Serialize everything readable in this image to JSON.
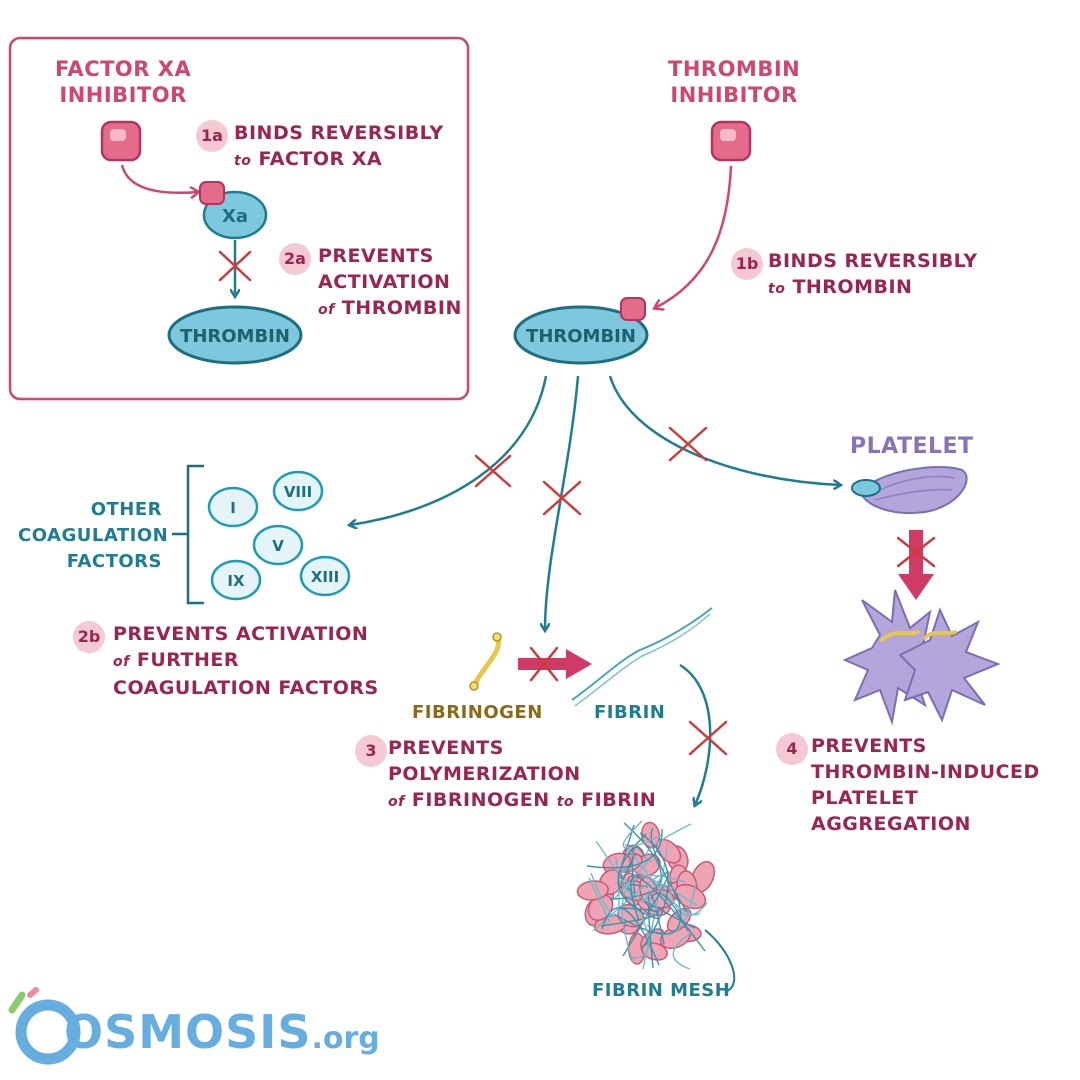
{
  "factor_xa_inhibitor": {
    "line1": "FACTOR Xa",
    "line2": "INHIBITOR"
  },
  "thrombin_inhibitor": {
    "line1": "THROMBIN",
    "line2": "INHIBITOR"
  },
  "step_1a": {
    "number": "1a",
    "line1": "BINDS REVERSIBLY",
    "line2_small": "to",
    "line2_rest": "FACTOR Xa"
  },
  "step_2a": {
    "number": "2a",
    "line1": "PREVENTS",
    "line2": "ACTIVATION",
    "line3_small": "of",
    "line3_rest": "THROMBIN"
  },
  "step_1b": {
    "number": "1b",
    "line1": "BINDS REVERSIBLY",
    "line2_small": "to",
    "line2_rest": "THROMBIN"
  },
  "step_2b": {
    "number": "2b",
    "line1": "PREVENTS ACTIVATION",
    "line2_small": "of",
    "line2_rest": "FURTHER",
    "line3": "COAGULATION FACTORS"
  },
  "step_3": {
    "number": "3",
    "line1": "PREVENTS",
    "line2": "POLYMERIZATION",
    "line3_small": "of",
    "line3_mid": "FIBRINOGEN",
    "line3_small2": "to",
    "line3_rest": "FIBRIN"
  },
  "step_4": {
    "number": "4",
    "line1": "PREVENTS",
    "line2": "THROMBIN-INDUCED",
    "line3": "PLATELET AGGREGATION"
  },
  "xa_label": "Xa",
  "thrombin_left": "THROMBIN",
  "thrombin_center": "THROMBIN",
  "other_factors": {
    "line1": "OTHER",
    "line2": "COAGULATION",
    "line3": "FACTORS"
  },
  "factors": [
    "I",
    "VIII",
    "V",
    "IX",
    "XIII"
  ],
  "platelet": "PLATELET",
  "fibrinogen": "FIBRINOGEN",
  "fibrin": "FIBRIN",
  "fibrin_mesh": "FIBRIN MESH",
  "logo": {
    "main": "OSMOSIS",
    "suffix": ".org"
  },
  "colors": {
    "pink": "#d1456e",
    "wine": "#9c2450",
    "teal": "#1e7d92",
    "cell": "#7ec8dd",
    "purple": "#a99ad2",
    "fibrinogen": "#e8c84a"
  }
}
